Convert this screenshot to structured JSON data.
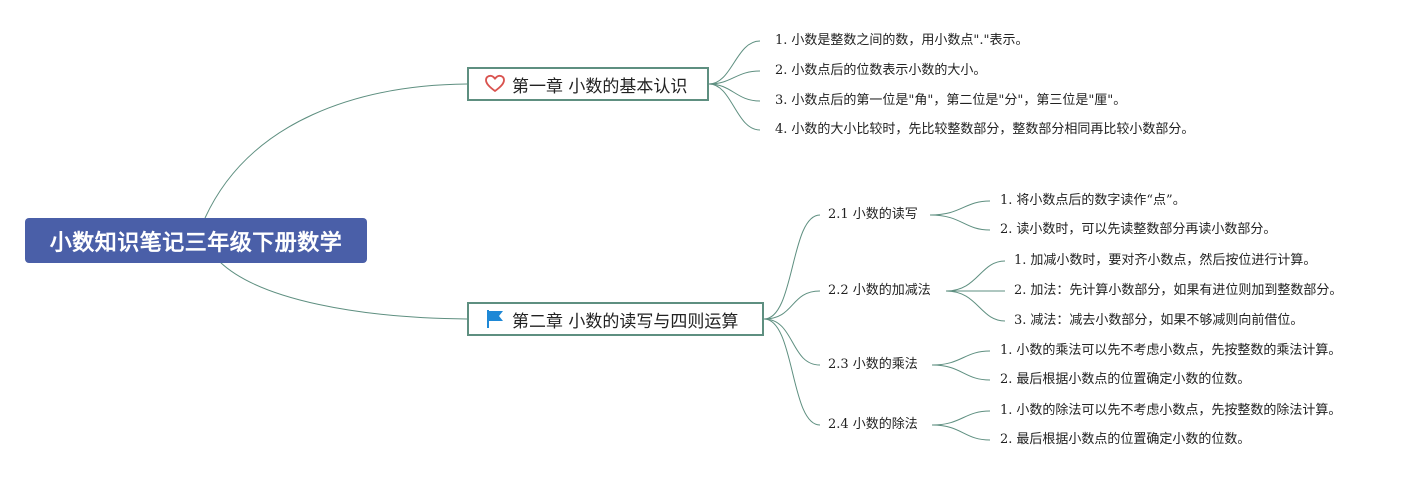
{
  "root": {
    "title": "小数知识笔记三年级下册数学",
    "color": "#4a5fa8"
  },
  "line_color": "#5e8f80",
  "chapters": [
    {
      "icon": "heart-icon",
      "title": "第一章 小数的基本认识",
      "notes": [
        {
          "number": "1.",
          "text": "小数是整数之间的数，用小数点\".\"表示。"
        },
        {
          "number": "2.",
          "text": "小数点后的位数表示小数的大小。"
        },
        {
          "number": "3.",
          "text": "小数点后的第一位是\"角\"，第二位是\"分\"，第三位是\"厘\"。"
        },
        {
          "number": "4.",
          "text": "小数的大小比较时，先比较整数部分，整数部分相同再比较小数部分。"
        }
      ]
    },
    {
      "icon": "flag-icon",
      "title": "第二章 小数的读写与四则运算",
      "sections": [
        {
          "title": "2.1 小数的读写",
          "notes": [
            {
              "number": "1.",
              "text": "将小数点后的数字读作“点”。"
            },
            {
              "number": "2.",
              "text": "读小数时，可以先读整数部分再读小数部分。"
            }
          ]
        },
        {
          "title": "2.2 小数的加减法",
          "notes": [
            {
              "number": "1.",
              "text": "加减小数时，要对齐小数点，然后按位进行计算。"
            },
            {
              "number": "2.",
              "text": "加法：先计算小数部分，如果有进位则加到整数部分。"
            },
            {
              "number": "3.",
              "text": "减法：减去小数部分，如果不够减则向前借位。"
            }
          ]
        },
        {
          "title": "2.3 小数的乘法",
          "notes": [
            {
              "number": "1.",
              "text": "小数的乘法可以先不考虑小数点，先按整数的乘法计算。"
            },
            {
              "number": "2.",
              "text": "最后根据小数点的位置确定小数的位数。"
            }
          ]
        },
        {
          "title": "2.4 小数的除法",
          "notes": [
            {
              "number": "1.",
              "text": "小数的除法可以先不考虑小数点，先按整数的除法计算。"
            },
            {
              "number": "2.",
              "text": "最后根据小数点的位置确定小数的位数。"
            }
          ]
        }
      ]
    }
  ]
}
